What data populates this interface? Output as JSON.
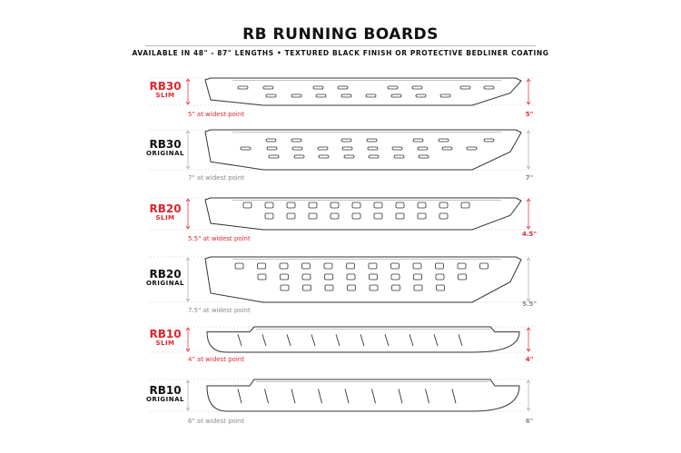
{
  "title": "RB RUNNING BOARDS",
  "subtitle": "AVAILABLE IN 48\" - 87\" LENGTHS   •  TEXTURED BLACK FINISH OR PROTECTIVE BEDLINER COATING",
  "colors": {
    "slim": "#e0262e",
    "original": "#111111",
    "caption_original": "#888888"
  },
  "boards": [
    {
      "name": "RB30",
      "type": "SLIM",
      "caption": "5\" at widest point",
      "end_height": "5\""
    },
    {
      "name": "RB30",
      "type": "ORIGINAL",
      "caption": "7\" at widest point",
      "end_height": "7\""
    },
    {
      "name": "RB20",
      "type": "SLIM",
      "caption": "5.5\" at widest point",
      "end_height": "4.5\""
    },
    {
      "name": "RB20",
      "type": "ORIGINAL",
      "caption": "7.5\" at widest point",
      "end_height": "5.5\""
    },
    {
      "name": "RB10",
      "type": "SLIM",
      "caption": "4\" at widest point",
      "end_height": "4\""
    },
    {
      "name": "RB10",
      "type": "ORIGINAL",
      "caption": "6\" at widest point",
      "end_height": "6\""
    }
  ]
}
